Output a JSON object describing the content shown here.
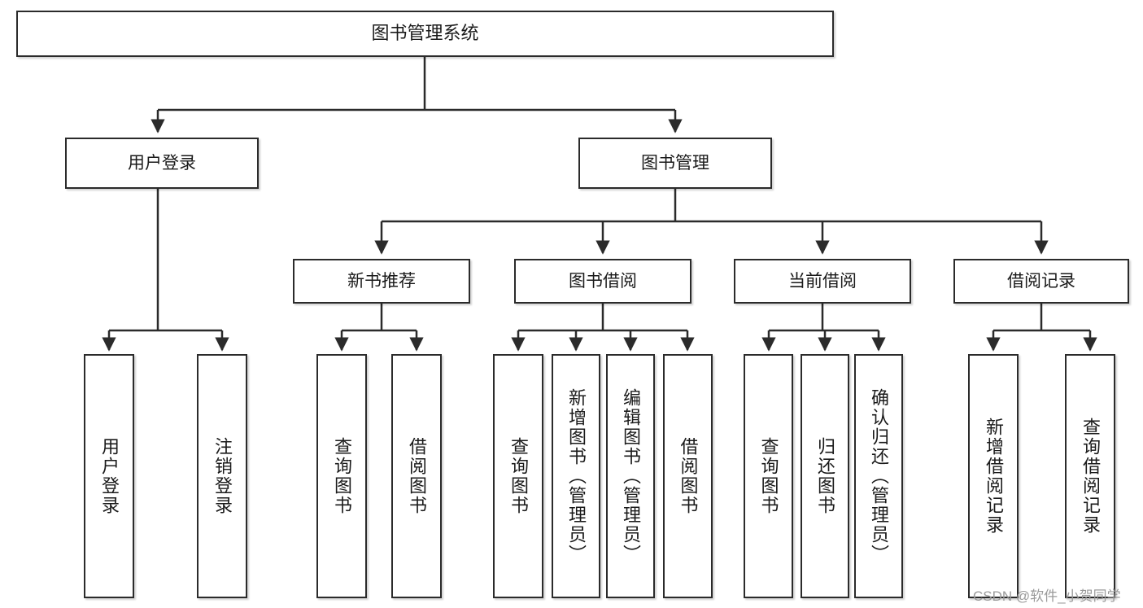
{
  "diagram": {
    "title": "图书管理系统",
    "type": "tree-hierarchy-diagram",
    "watermark": "CSDN @软件_小贺同学",
    "colors": {
      "box_border": "#2b2b2b",
      "box_fill": "#ffffff",
      "connector": "#2b2b2b",
      "text": "#1a1a1a",
      "watermark": "#9a9a9a",
      "background": "#ffffff"
    }
  },
  "nodes": {
    "root": {
      "label": "图书管理系统"
    },
    "level2": [
      {
        "id": "user-login",
        "label": "用户登录"
      },
      {
        "id": "book-manage",
        "label": "图书管理"
      }
    ],
    "level3": [
      {
        "id": "new-book-recommend",
        "label": "新书推荐"
      },
      {
        "id": "book-borrow",
        "label": "图书借阅"
      },
      {
        "id": "current-borrow",
        "label": "当前借阅"
      },
      {
        "id": "borrow-record",
        "label": "借阅记录"
      }
    ],
    "leaves": {
      "user-login": [
        {
          "id": "leaf-user-login",
          "label": "用户登录"
        },
        {
          "id": "leaf-user-logout",
          "label": "注销登录"
        }
      ],
      "new-book-recommend": [
        {
          "id": "leaf-query-book-1",
          "label": "查询图书"
        },
        {
          "id": "leaf-borrow-book-1",
          "label": "借阅图书"
        }
      ],
      "book-borrow": [
        {
          "id": "leaf-query-book-2",
          "label": "查询图书"
        },
        {
          "id": "leaf-add-book",
          "label": "新增图书（管理员）"
        },
        {
          "id": "leaf-edit-book",
          "label": "编辑图书（管理员）"
        },
        {
          "id": "leaf-borrow-book-2",
          "label": "借阅图书"
        }
      ],
      "current-borrow": [
        {
          "id": "leaf-query-book-3",
          "label": "查询图书"
        },
        {
          "id": "leaf-return-book",
          "label": "归还图书"
        },
        {
          "id": "leaf-confirm-return",
          "label": "确认归还（管理员）"
        }
      ],
      "borrow-record": [
        {
          "id": "leaf-add-record",
          "label": "新增借阅记录"
        },
        {
          "id": "leaf-query-record",
          "label": "查询借阅记录"
        }
      ]
    }
  },
  "chart_data": {
    "type": "tree",
    "title": "图书管理系统",
    "edges": [
      [
        "图书管理系统",
        "用户登录"
      ],
      [
        "图书管理系统",
        "图书管理"
      ],
      [
        "用户登录",
        "用户登录"
      ],
      [
        "用户登录",
        "注销登录"
      ],
      [
        "图书管理",
        "新书推荐"
      ],
      [
        "图书管理",
        "图书借阅"
      ],
      [
        "图书管理",
        "当前借阅"
      ],
      [
        "图书管理",
        "借阅记录"
      ],
      [
        "新书推荐",
        "查询图书"
      ],
      [
        "新书推荐",
        "借阅图书"
      ],
      [
        "图书借阅",
        "查询图书"
      ],
      [
        "图书借阅",
        "新增图书（管理员）"
      ],
      [
        "图书借阅",
        "编辑图书（管理员）"
      ],
      [
        "图书借阅",
        "借阅图书"
      ],
      [
        "当前借阅",
        "查询图书"
      ],
      [
        "当前借阅",
        "归还图书"
      ],
      [
        "当前借阅",
        "确认归还（管理员）"
      ],
      [
        "借阅记录",
        "新增借阅记录"
      ],
      [
        "借阅记录",
        "查询借阅记录"
      ]
    ],
    "depth": 4,
    "node_count": 20
  }
}
